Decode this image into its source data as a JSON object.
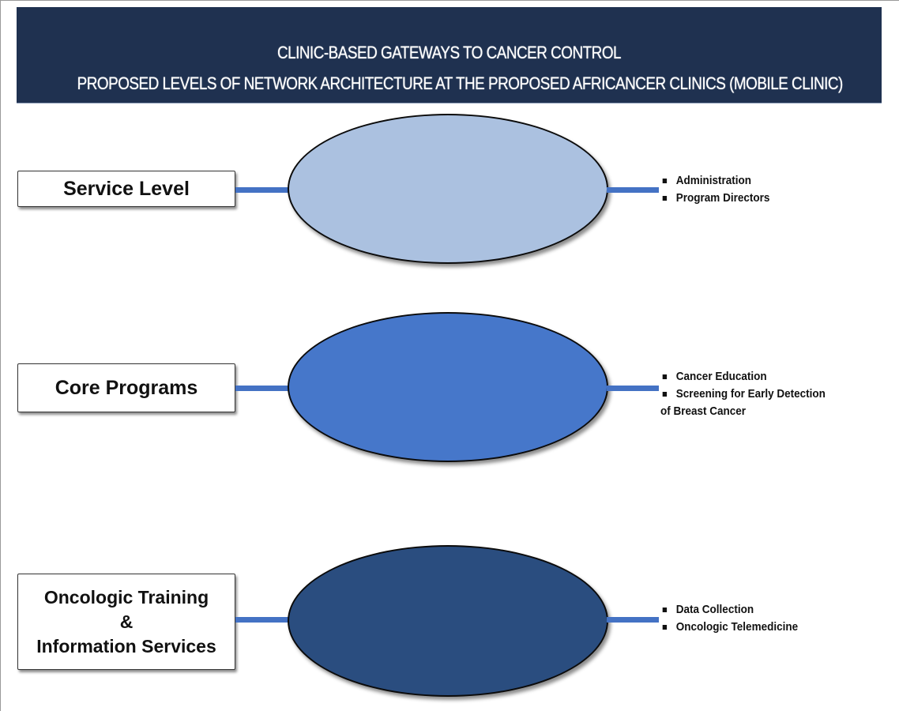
{
  "header": {
    "title_line1": "CLINIC-BASED GATEWAYS TO CANCER CONTROL",
    "title_line2": "PROPOSED LEVELS OF NETWORK ARCHITECTURE AT THE PROPOSED AFRICANCER CLINICS (MOBILE CLINIC)",
    "background_color": "#1f3150"
  },
  "connector_color": "#4472c4",
  "levels": [
    {
      "label": "Service Level",
      "ellipse_color": "#abc1e0",
      "items": [
        "Administration",
        "Program Directors"
      ]
    },
    {
      "label": "Core Programs",
      "ellipse_color": "#4677ca",
      "items": [
        "Cancer Education",
        "Screening for Early Detection"
      ],
      "item_continuation": "of Breast Cancer"
    },
    {
      "label_lines": [
        "Oncologic Training",
        "&",
        "Information Services"
      ],
      "ellipse_color": "#2a4d7f",
      "items": [
        "Data Collection",
        "Oncologic Telemedicine"
      ]
    }
  ]
}
